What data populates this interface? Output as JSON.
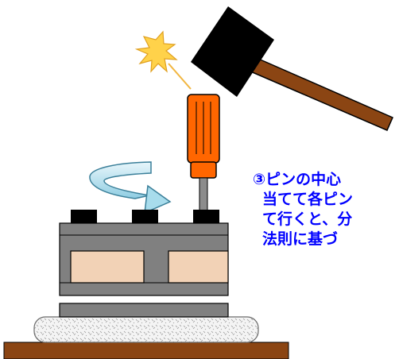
{
  "caption": {
    "lines": [
      "③ピンの中心",
      "当てて各ピン",
      "て行くと、分",
      "法則に基づ"
    ]
  },
  "colors": {
    "caption": "#0000ff",
    "hammer_head": "#000000",
    "hammer_handle": "#8b4513",
    "screwdriver_handle": "#ff6600",
    "screwdriver_shaft": "#8c8c8c",
    "inner_block": "#f2d2b6",
    "frame": "#808080",
    "base_board": "#8b4513",
    "cushion": "#f2f2f2",
    "rotation_arrow": "#a8dcec",
    "spark": "#ffd24a"
  },
  "icons": [
    "hammer-icon",
    "screwdriver-icon",
    "spark-icon",
    "rotation-arrow-icon"
  ]
}
